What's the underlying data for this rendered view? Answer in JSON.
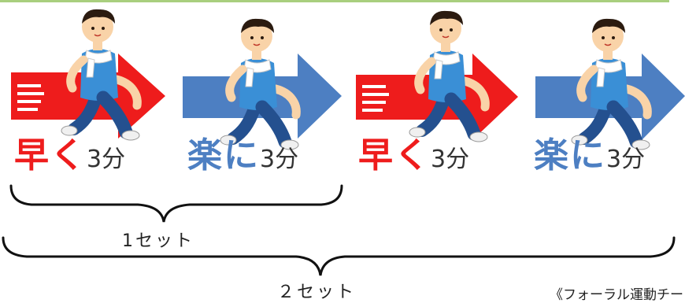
{
  "segments": [
    {
      "keyword": "早く",
      "duration": "3分",
      "pace": "fast"
    },
    {
      "keyword": "楽に",
      "duration": "3分",
      "pace": "easy"
    },
    {
      "keyword": "早く",
      "duration": "3分",
      "pace": "fast"
    },
    {
      "keyword": "楽に",
      "duration": "3分",
      "pace": "easy"
    }
  ],
  "set_one_label": "1セット",
  "set_two_label": "２セット",
  "credit": "《フォーラル運動チー",
  "colors": {
    "fast": "#ee1c1c",
    "easy": "#4d7fc2",
    "header_rule": "#a9cf7e",
    "shirt": "#3a8fd6",
    "pants": "#24508f",
    "skin": "#f9d3a8",
    "hair": "#2b1b10"
  },
  "icons": [
    "arrow-right-icon",
    "runner-icon",
    "speed-lines-icon",
    "curly-brace-icon"
  ]
}
